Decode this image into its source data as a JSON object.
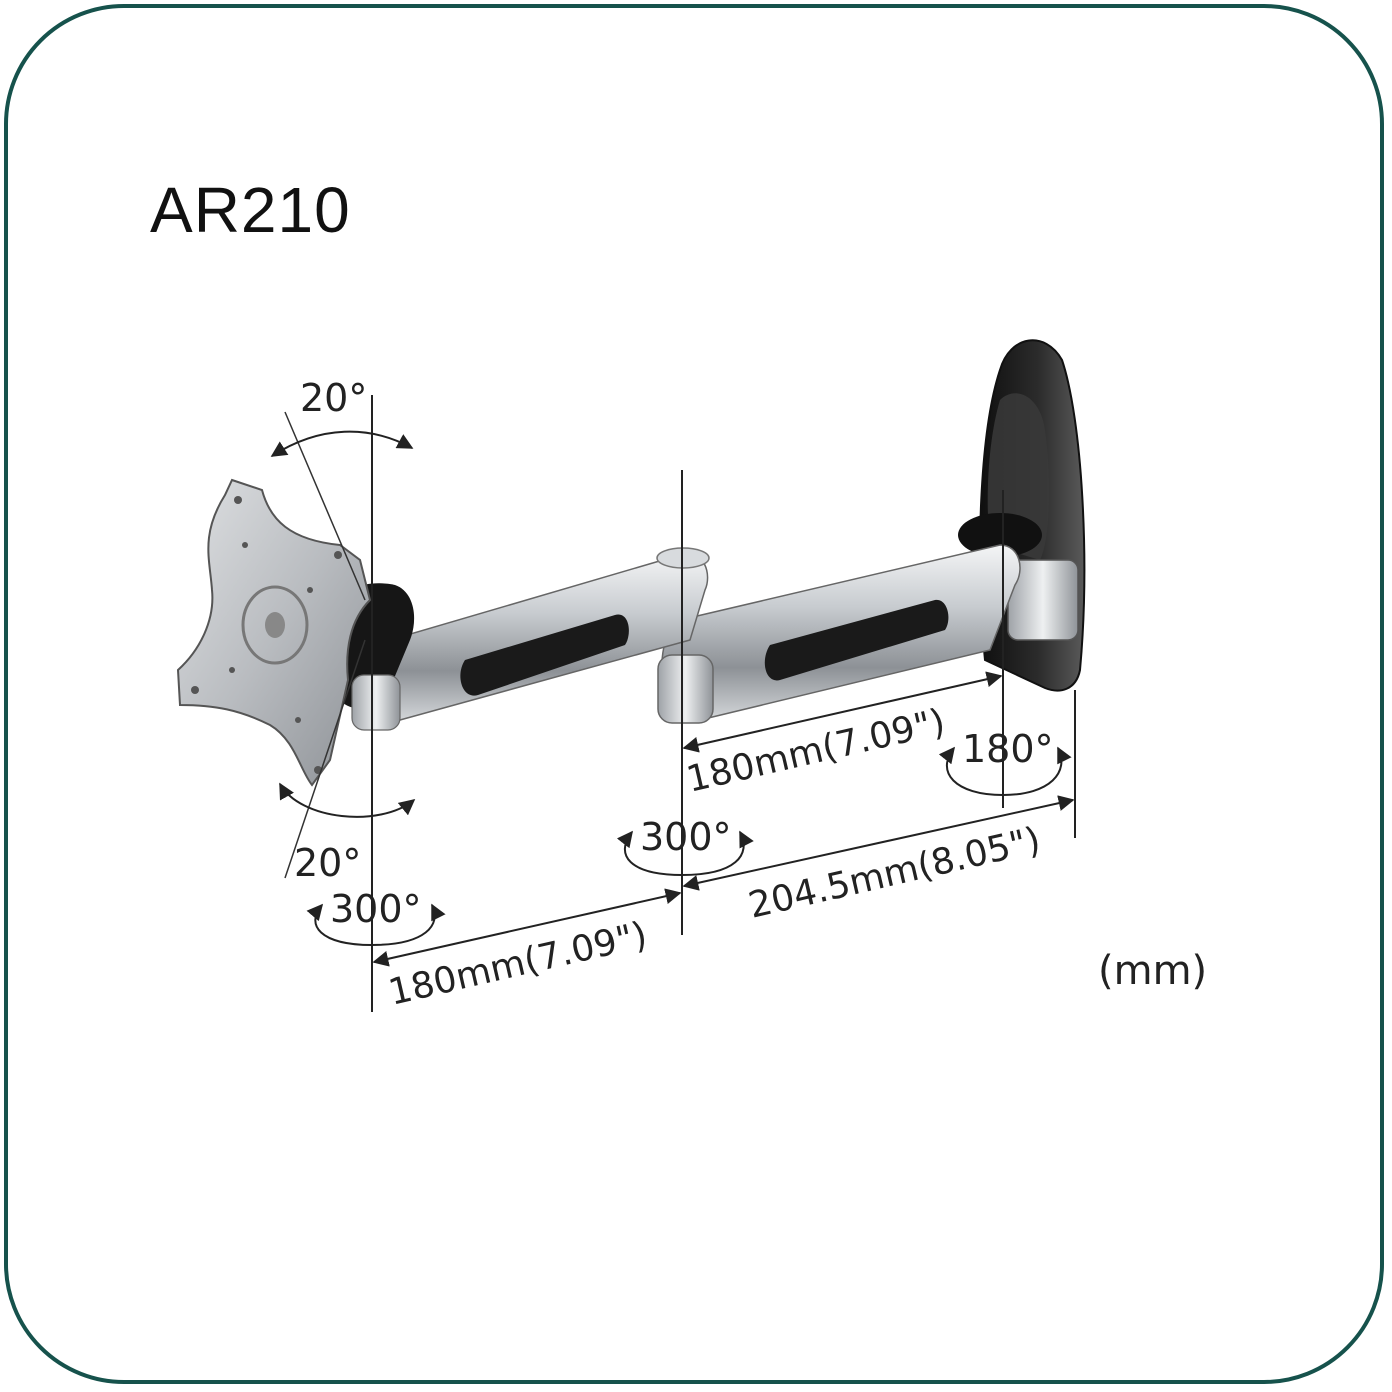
{
  "title": "AR210",
  "units_label": "(mm)",
  "annotations": {
    "tilt_top": "20°",
    "tilt_bottom": "20°",
    "swivel_head": "300°",
    "swivel_middle": "300°",
    "swivel_wall": "180°",
    "arm1_length": "180mm(7.09\")",
    "arm2_length": "180mm(7.09\")",
    "arm_wall_length": "204.5mm(8.05\")"
  },
  "colors": {
    "frame": "#16524c",
    "text": "#222222",
    "metal_light": "#e6e8ea",
    "metal_mid": "#a9adb2",
    "metal_dark": "#6e7277",
    "rubber": "#1a1a1a"
  }
}
